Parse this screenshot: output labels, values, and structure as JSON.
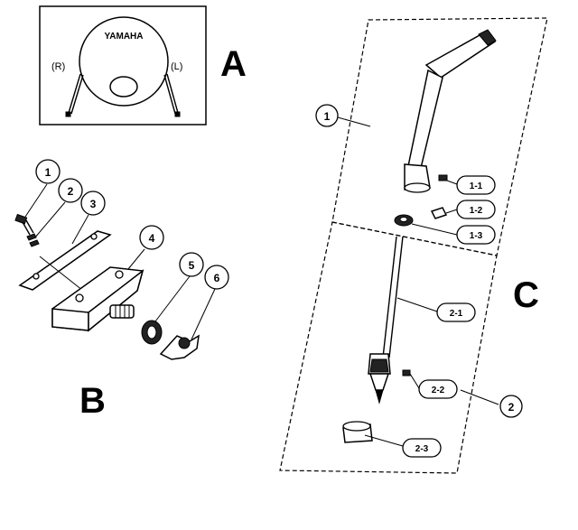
{
  "brand_text": "YAMAHA",
  "panel_a": {
    "label": "A",
    "left_side": "(R)",
    "right_side": "(L)"
  },
  "panel_b": {
    "label": "B",
    "callouts": [
      "1",
      "2",
      "3",
      "4",
      "5",
      "6"
    ]
  },
  "panel_c": {
    "label": "C",
    "assembly_callouts": [
      "1",
      "2"
    ],
    "part_labels": [
      "1-1",
      "1-2",
      "1-3",
      "2-1",
      "2-2",
      "2-3"
    ]
  }
}
